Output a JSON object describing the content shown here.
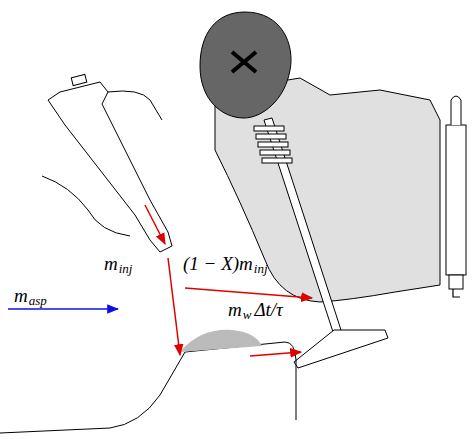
{
  "diagram": {
    "labels": [
      "m",
      "inj",
      "(1 − X)m",
      "inj",
      "m",
      "asp",
      "m",
      "w",
      "Δt/τ"
    ]
  }
}
